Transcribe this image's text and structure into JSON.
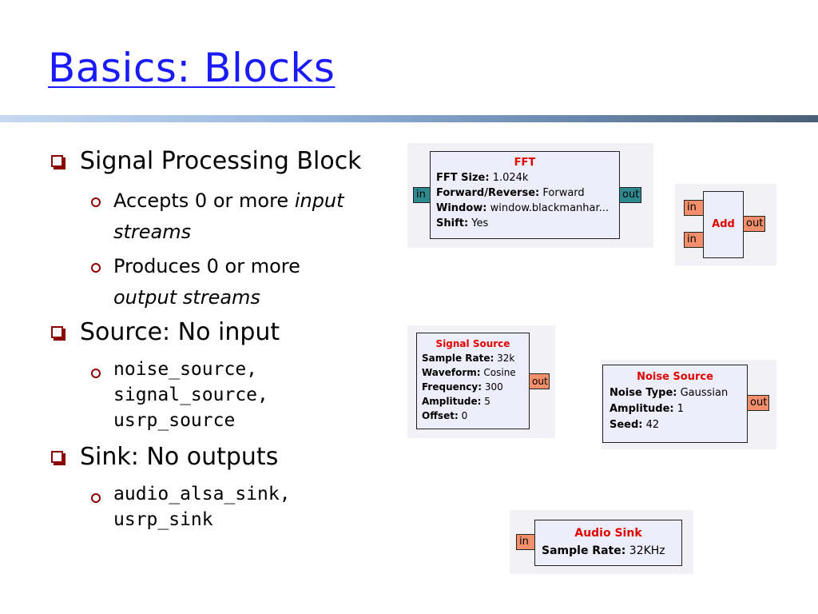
{
  "slide": {
    "title": "Basics: Blocks"
  },
  "bullets": {
    "b1": "Signal Processing Block",
    "b1_s1_a": "Accepts 0 or more ",
    "b1_s1_b": "input streams",
    "b1_s2_a": "Produces 0 or more ",
    "b1_s2_b": "output streams",
    "b2": "Source: No input",
    "b2_s1_l1": "noise_source,",
    "b2_s1_l2": "signal_source,",
    "b2_s1_l3": "usrp_source",
    "b3": "Sink: No outputs",
    "b3_s1_l1": "audio_alsa_sink,",
    "b3_s1_l2": "usrp_sink"
  },
  "blocks": {
    "fft": {
      "title": "FFT",
      "rows": [
        {
          "k": "FFT Size:",
          "v": "1.024k"
        },
        {
          "k": "Forward/Reverse:",
          "v": "Forward"
        },
        {
          "k": "Window:",
          "v": "window.blackmanhar..."
        },
        {
          "k": "Shift:",
          "v": "Yes"
        }
      ],
      "in": "in",
      "out": "out"
    },
    "add": {
      "title": "Add",
      "in1": "in",
      "in2": "in",
      "out": "out"
    },
    "signal_source": {
      "title": "Signal Source",
      "rows": [
        {
          "k": "Sample Rate:",
          "v": "32k"
        },
        {
          "k": "Waveform:",
          "v": "Cosine"
        },
        {
          "k": "Frequency:",
          "v": "300"
        },
        {
          "k": "Amplitude:",
          "v": "5"
        },
        {
          "k": "Offset:",
          "v": "0"
        }
      ],
      "out": "out"
    },
    "noise_source": {
      "title": "Noise Source",
      "rows": [
        {
          "k": "Noise Type:",
          "v": "Gaussian"
        },
        {
          "k": "Amplitude:",
          "v": "1"
        },
        {
          "k": "Seed:",
          "v": "42"
        }
      ],
      "out": "out"
    },
    "audio_sink": {
      "title": "Audio Sink",
      "rows": [
        {
          "k": "Sample Rate:",
          "v": "32KHz"
        }
      ],
      "in": "in"
    }
  },
  "colors": {
    "title": "#1a1aff",
    "bullet_marker": "#8b0000",
    "block_title": "#e00000",
    "port_teal": "#2e8a8f",
    "port_orange": "#f38f6a",
    "block_bg": "#eeeefb"
  }
}
